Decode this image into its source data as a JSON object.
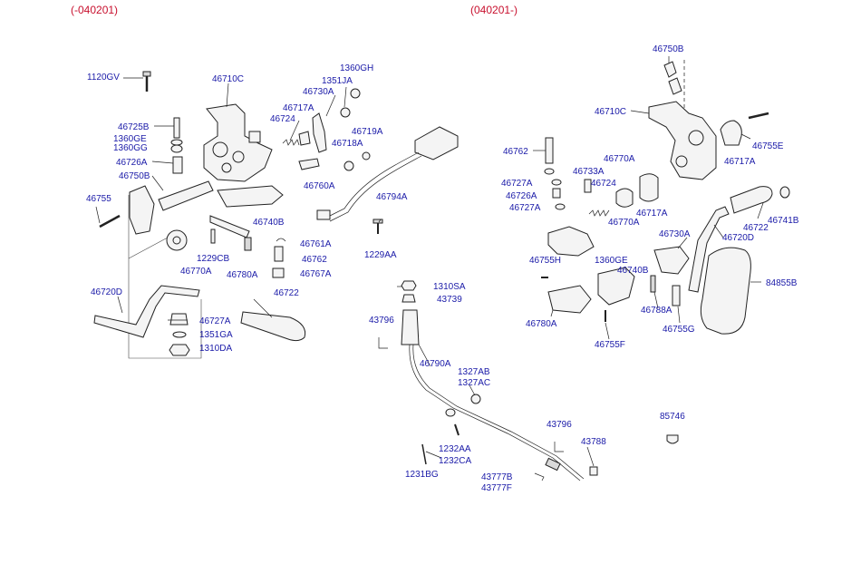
{
  "headers": {
    "left": "(-040201)",
    "right": "(040201-)"
  },
  "labels": {
    "l1120GV": "1120GV",
    "l46710C_a": "46710C",
    "l1360GH": "1360GH",
    "l1351JA": "1351JA",
    "l46730A_a": "46730A",
    "l46717A_a": "46717A",
    "l46724_a": "46724",
    "l46719A": "46719A",
    "l46718A": "46718A",
    "l46760A": "46760A",
    "l46794A": "46794A",
    "l46725B": "46725B",
    "l1360GE_a": "1360GE",
    "l1360GG": "1360GG",
    "l46726A_a": "46726A",
    "l46750B_a": "46750B",
    "l46755": "46755",
    "l46740B_a": "46740B",
    "l1229CB": "1229CB",
    "l46770A_a": "46770A",
    "l46780A_a": "46780A",
    "l46761A": "46761A",
    "l46762_a": "46762",
    "l46767A": "46767A",
    "l1229AA": "1229AA",
    "l46720D_a": "46720D",
    "l46722_a": "46722",
    "l46727A_a": "46727A",
    "l1351GA": "1351GA",
    "l1310DA": "1310DA",
    "l1310SA": "1310SA",
    "l43739": "43739",
    "l43796_a": "43796",
    "l46790A": "46790A",
    "l1327AB": "1327AB",
    "l1327AC": "1327AC",
    "l43796_b": "43796",
    "l43788": "43788",
    "l1232AA": "1232AA",
    "l1232CA": "1232CA",
    "l1231BG": "1231BG",
    "l43777B": "43777B",
    "l43777F": "43777F",
    "l85746": "85746",
    "l46750B_b": "46750B",
    "l46710C_b": "46710C",
    "l46755E": "46755E",
    "l46717A_b": "46717A",
    "l46762_b": "46762",
    "l46770A_b": "46770A",
    "l46733A": "46733A",
    "l46727A_b": "46727A",
    "l46724_b": "46724",
    "l46726A_b": "46726A",
    "l46727A_c": "46727A",
    "l46717A_c": "46717A",
    "l46770A_c": "46770A",
    "l46722_b": "46722",
    "l46741B": "46741B",
    "l46730A_b": "46730A",
    "l46720D_b": "46720D",
    "l46755H": "46755H",
    "l1360GE_b": "1360GE",
    "l46740B_b": "46740B",
    "l84855B": "84855B",
    "l46788A": "46788A",
    "l46780A_b": "46780A",
    "l46755G": "46755G",
    "l46755F": "46755F"
  }
}
